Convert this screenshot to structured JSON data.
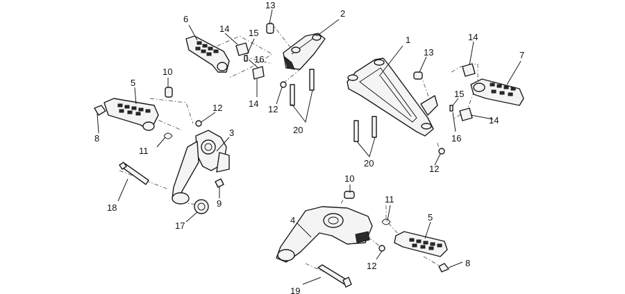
{
  "diagram": {
    "callouts": [
      {
        "id": "c1",
        "number": "1"
      },
      {
        "id": "c2",
        "number": "2"
      },
      {
        "id": "c3",
        "number": "3"
      },
      {
        "id": "c4",
        "number": "4"
      },
      {
        "id": "c5a",
        "number": "5"
      },
      {
        "id": "c5b",
        "number": "5"
      },
      {
        "id": "c6",
        "number": "6"
      },
      {
        "id": "c7",
        "number": "7"
      },
      {
        "id": "c8a",
        "number": "8"
      },
      {
        "id": "c8b",
        "number": "8"
      },
      {
        "id": "c9",
        "number": "9"
      },
      {
        "id": "c10a",
        "number": "10"
      },
      {
        "id": "c10b",
        "number": "10"
      },
      {
        "id": "c11a",
        "number": "11"
      },
      {
        "id": "c11b",
        "number": "11"
      },
      {
        "id": "c12a",
        "number": "12"
      },
      {
        "id": "c12b",
        "number": "12"
      },
      {
        "id": "c12c",
        "number": "12"
      },
      {
        "id": "c12d",
        "number": "12"
      },
      {
        "id": "c13a",
        "number": "13"
      },
      {
        "id": "c13b",
        "number": "13"
      },
      {
        "id": "c14a",
        "number": "14"
      },
      {
        "id": "c14b",
        "number": "14"
      },
      {
        "id": "c14c",
        "number": "14"
      },
      {
        "id": "c14d",
        "number": "14"
      },
      {
        "id": "c15a",
        "number": "15"
      },
      {
        "id": "c15b",
        "number": "15"
      },
      {
        "id": "c16a",
        "number": "16"
      },
      {
        "id": "c16b",
        "number": "16"
      },
      {
        "id": "c17",
        "number": "17"
      },
      {
        "id": "c18",
        "number": "18"
      },
      {
        "id": "c19",
        "number": "19"
      },
      {
        "id": "c20a",
        "number": "20"
      },
      {
        "id": "c20b",
        "number": "20"
      }
    ]
  }
}
